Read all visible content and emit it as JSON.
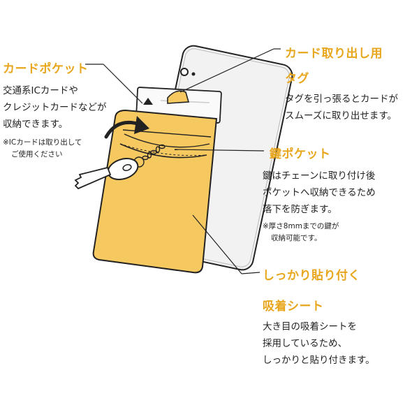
{
  "card_pocket": {
    "heading": "カードポケット",
    "lines": [
      "交通系ICカードや",
      "クレジットカードなどが",
      "収納できます。"
    ],
    "note_lines": [
      "※ICカードは取り出して",
      "ご使用ください"
    ]
  },
  "tag": {
    "heading_lines": [
      "カード取り出し用",
      "タグ"
    ],
    "lines": [
      "タグを引っ張るとカードが",
      "スムーズに取り出せます。"
    ]
  },
  "key_pocket": {
    "heading": "鍵ポケット",
    "lines": [
      "鍵はチェーンに取り付け後",
      "ポケットへ収納できるため",
      "落下を防ぎます。"
    ],
    "note_lines": [
      "※厚さ8mmまでの鍵が",
      "収納可能です。"
    ]
  },
  "suction_sheet": {
    "heading_lines": [
      "しっかり貼り付く",
      "吸着シート"
    ],
    "lines": [
      "大き目の吸着シートを",
      "採用しているため、",
      "しっかりと貼り付きます。"
    ]
  },
  "colors": {
    "accent": "#e8a61c",
    "pouch": "#f5c860",
    "phone": "#eeeeee"
  }
}
